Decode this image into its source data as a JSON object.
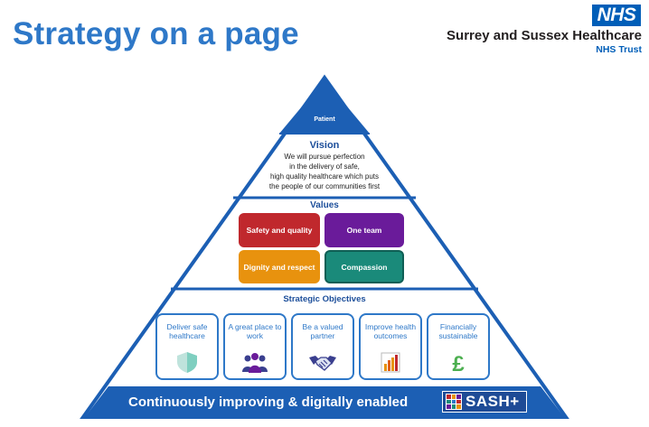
{
  "header": {
    "title": "Strategy on a page",
    "logo_text": "NHS",
    "org_name": "Surrey and Sussex Healthcare",
    "org_sub": "NHS Trust"
  },
  "pyramid": {
    "apex_label": "Patient",
    "vision": {
      "heading": "Vision",
      "lines": [
        "We will pursue perfection",
        "in the delivery of safe,",
        "high quality healthcare which puts",
        "the people of our communities  first"
      ]
    },
    "values": {
      "heading": "Values",
      "items": [
        {
          "label": "Safety and quality",
          "color": "#c0282d"
        },
        {
          "label": "One team",
          "color": "#6a1b9a"
        },
        {
          "label": "Dignity and respect",
          "color": "#e8920e"
        },
        {
          "label": "Compassion",
          "color": "#1a8a7a"
        }
      ]
    },
    "objectives": {
      "heading": "Strategic Objectives",
      "items": [
        {
          "label": "Deliver safe healthcare",
          "icon": "shield-icon"
        },
        {
          "label": "A great place to work",
          "icon": "people-icon"
        },
        {
          "label": "Be a valued partner",
          "icon": "handshake-icon"
        },
        {
          "label": "Improve health outcomes",
          "icon": "chart-icon"
        },
        {
          "label": "Financially sustainable",
          "icon": "pound-icon"
        }
      ]
    },
    "footer": {
      "text": "Continuously improving & digitally enabled",
      "badge": "SASH+"
    }
  },
  "colors": {
    "brand_blue": "#2e78c8",
    "dark_blue": "#1c4e9a",
    "nhs_blue": "#005eb8"
  }
}
